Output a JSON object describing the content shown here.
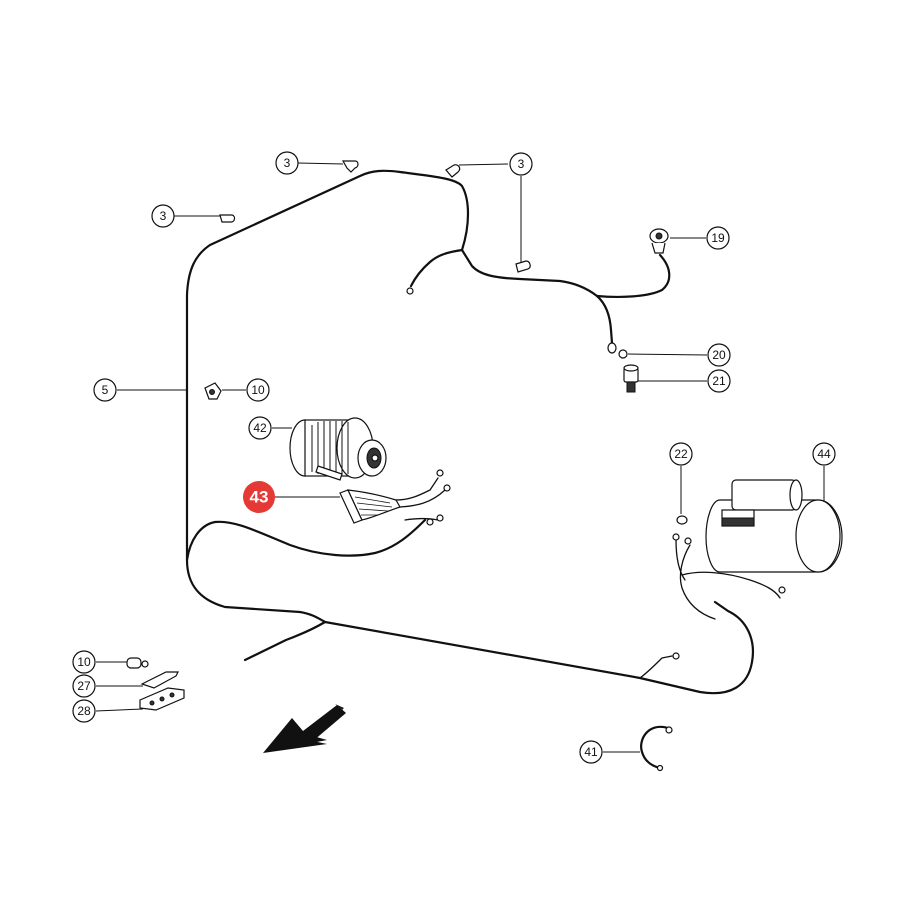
{
  "colors": {
    "line": "#111111",
    "highlight": "#e53935",
    "background": "#ffffff"
  },
  "callouts": {
    "c3a": "3",
    "c3b": "3",
    "c3c": "3",
    "c5": "5",
    "c10a": "10",
    "c10b": "10",
    "c19": "19",
    "c20": "20",
    "c21": "21",
    "c22": "22",
    "c27": "27",
    "c28": "28",
    "c41": "41",
    "c42": "42",
    "c43": "43",
    "c44": "44"
  },
  "highlighted_part": "43",
  "icons": {
    "direction": "arrow-forward-icon"
  }
}
